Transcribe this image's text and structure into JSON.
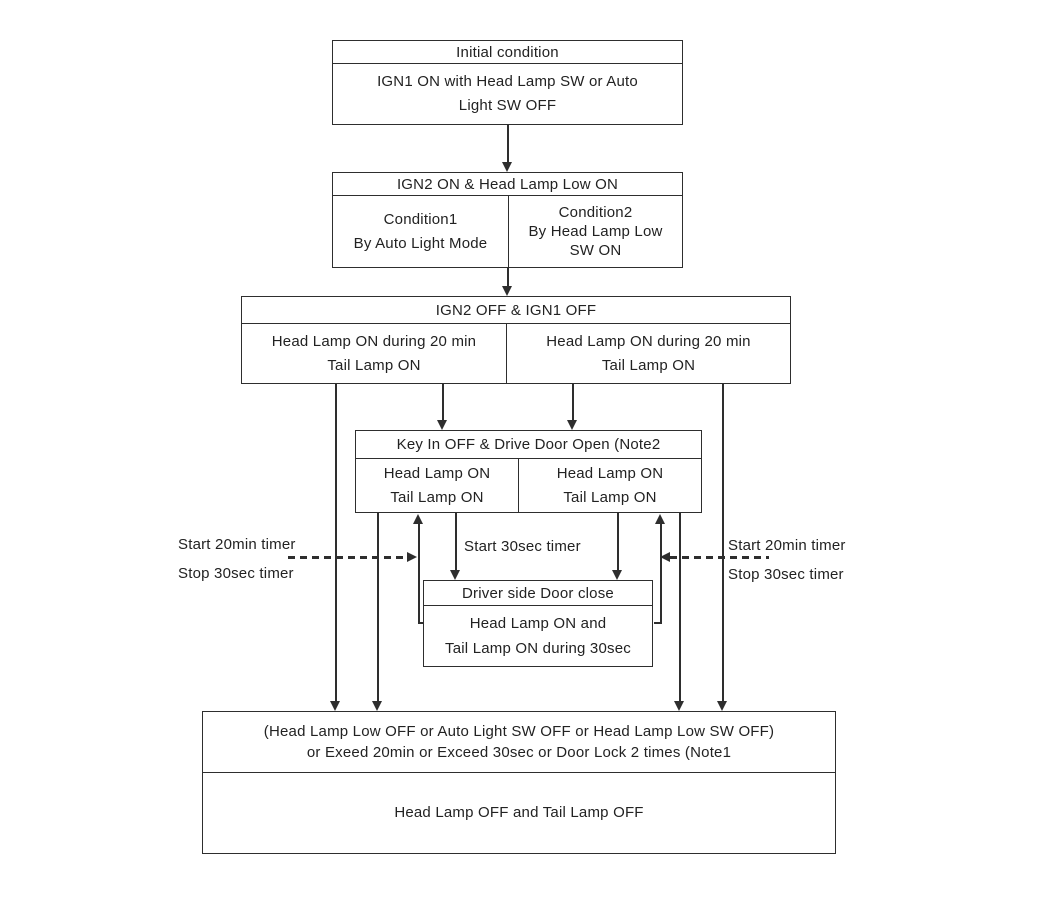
{
  "diagram": {
    "box_initial": {
      "header": "Initial condition",
      "body_line1": "IGN1 ON with Head Lamp SW or Auto",
      "body_line2": "Light SW OFF"
    },
    "box_ign2_on": {
      "header": "IGN2 ON & Head Lamp Low ON",
      "col1_line1": "Condition1",
      "col1_line2": "By Auto Light Mode",
      "col2_line1": "Condition2",
      "col2_line2": "By Head Lamp Low",
      "col2_line3": "SW ON"
    },
    "box_ign_off": {
      "header": "IGN2 OFF & IGN1 OFF",
      "col1_line1": "Head Lamp ON during 20 min",
      "col1_line2": "Tail Lamp ON",
      "col2_line1": "Head Lamp ON during 20 min",
      "col2_line2": "Tail Lamp ON"
    },
    "box_key_in": {
      "header": "Key In OFF & Drive Door Open (Note2",
      "col1_line1": "Head Lamp ON",
      "col1_line2": "Tail Lamp ON",
      "col2_line1": "Head Lamp ON",
      "col2_line2": "Tail Lamp ON"
    },
    "box_door_close": {
      "header": "Driver side Door close",
      "body_line1": "Head Lamp ON and",
      "body_line2": "Tail Lamp ON during 30sec"
    },
    "box_lamp_off": {
      "header_line1": "(Head Lamp Low OFF or Auto Light SW OFF or Head Lamp Low SW OFF)",
      "header_line2": "or Exeed 20min or Exceed 30sec or Door Lock 2 times (Note1",
      "body": "Head Lamp OFF and Tail Lamp OFF"
    },
    "labels": {
      "left_timer_line1": "Start 20min timer",
      "left_timer_line2": "Stop 30sec timer",
      "mid_timer": "Start 30sec timer",
      "right_timer_line1": "Start 20min timer",
      "right_timer_line2": "Stop 30sec timer"
    },
    "colors": {
      "line": "#2e2e2e",
      "background": "#ffffff"
    }
  }
}
